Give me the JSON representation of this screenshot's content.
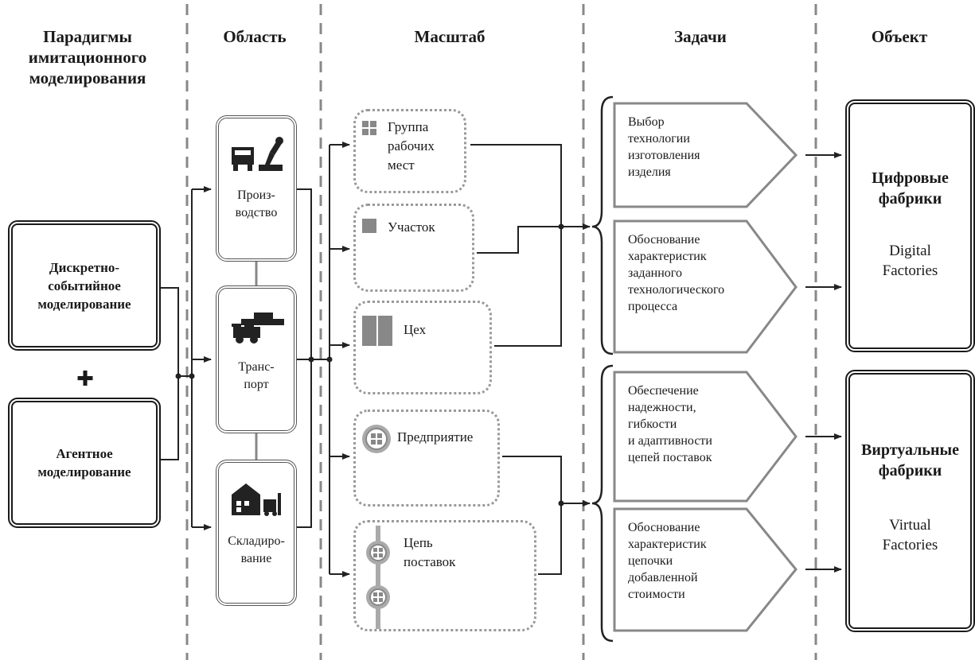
{
  "headers": {
    "paradigms": "Парадигмы\nимитационного\nмоделирования",
    "area": "Область",
    "scale": "Масштаб",
    "tasks": "Задачи",
    "object": "Объект"
  },
  "paradigms": {
    "discrete_event": "Дискретно-\nсобытийное\nмоделирование",
    "plus": "✚",
    "agent": "Агентное\nмоделирование"
  },
  "areas": {
    "production": "Произ-\nводство",
    "transport": "Транс-\nпорт",
    "warehousing": "Складиро-\nвание"
  },
  "scales": {
    "workplace_group": "Группа\nрабочих\nмест",
    "section": "Участок",
    "shop": "Цех",
    "enterprise": "Предприятие",
    "supply_chain": "Цепь\nпоставок"
  },
  "tasks": {
    "t1": "Выбор\nтехнологии\nизготовления\nизделия",
    "t2": "Обоснование\nхарактеристик\nзаданного\nтехнологического\nпроцесса",
    "t3": "Обеспечение\nнадежности,\nгибкости\nи адаптивности\nцепей поставок",
    "t4": "Обоснование\nхарактеристик\nцепочки\nдобавленной\nстоимости"
  },
  "objects": {
    "digital_ru": "Цифровые\nфабрики",
    "digital_en": "Digital\nFactories",
    "virtual_ru": "Виртуальные\nфабрики",
    "virtual_en": "Virtual\nFactories"
  }
}
